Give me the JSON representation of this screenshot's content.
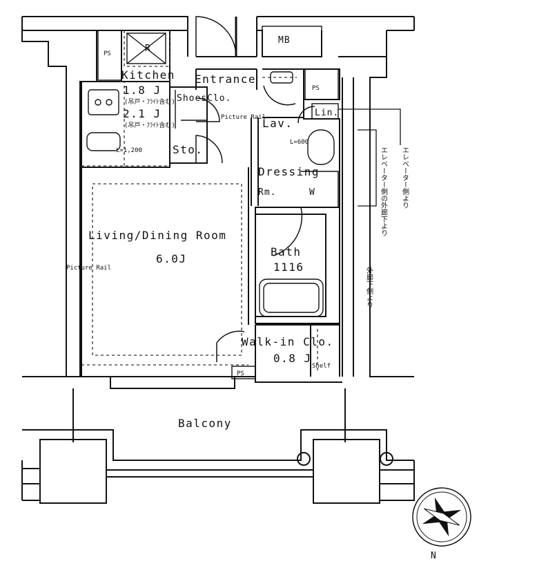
{
  "rooms": {
    "kitchen": "Kitchen",
    "kitchen_size1": "1.8 J",
    "kitchen_size2": "2.1 J",
    "kitchen_note1": "(吊戸・ﾌﾗｲﾄ含む)",
    "kitchen_note2": "(吊戸・ﾌﾗｲﾄ含む)",
    "entrance": "Entrance",
    "shoes_clo": "ShoesClo.",
    "picture_rail_top": "Picture Rail",
    "sto": "Sto.",
    "lav": "Lav.",
    "lin": "Lin.",
    "dressing": "Dressing",
    "rm": "Rm.",
    "w": "W",
    "living": "Living/Dining Room",
    "living_size": "6.0J",
    "picture_rail_left": "Picture Rail",
    "bath": "Bath",
    "bath_size": "1116",
    "walk_in": "Walk-in Clo.",
    "walk_in_size": "0.8 J",
    "shelf": "Shelf",
    "balcony": "Balcony",
    "mb": "MB",
    "ps1": "PS",
    "ps2": "PS",
    "ps3": "PS",
    "fridge": "R",
    "counter_size": "L=1,200",
    "lav_size": "L=600"
  },
  "notes": {
    "elevator1": "エレベーター側より",
    "elevator2": "エレベーター側の外廊下より",
    "window_note": "外廊下側より"
  },
  "compass": {
    "north": "N"
  }
}
